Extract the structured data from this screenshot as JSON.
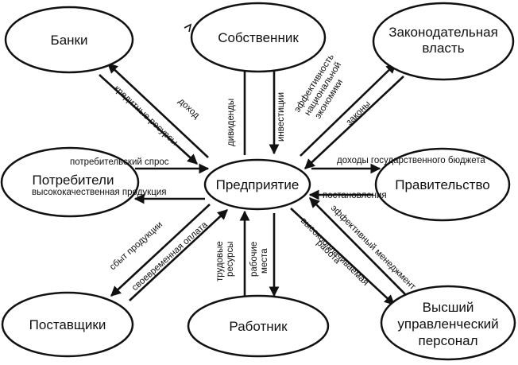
{
  "diagram": {
    "center": "Предприятие",
    "nodes": {
      "banks": "Банки",
      "owner": "Собственник",
      "legislature": [
        "Законодательная",
        "власть"
      ],
      "consumers": "Потребители",
      "government": "Правительство",
      "suppliers": "Поставщики",
      "worker": "Работник",
      "top_management": [
        "Высший",
        "управленческий",
        "персонал"
      ]
    },
    "labels": {
      "credit_resources": "кредитные ресурсы",
      "income": "доход",
      "dividends": "дивиденды",
      "investments": "инвестиции",
      "national_economy_efficiency": [
        "эффективность",
        "национальной",
        "экономики"
      ],
      "laws": "законы",
      "consumer_demand": "потребительский спрос",
      "quality_products": "высококачественная продукция",
      "state_budget_revenue": "доходы государственного бюджета",
      "resolutions": "постановления",
      "product_sales": "сбыт продукции",
      "timely_payment": "своевременная оплата",
      "labor_resources": [
        "трудовые",
        "ресурсы"
      ],
      "jobs": [
        "рабочие",
        "места"
      ],
      "effective_management": "эффективный менеджмент",
      "well_paid_work": [
        "высокооплачиваемая",
        "работа"
      ]
    },
    "colors": {
      "stroke": "#111111",
      "background": "#ffffff"
    }
  }
}
